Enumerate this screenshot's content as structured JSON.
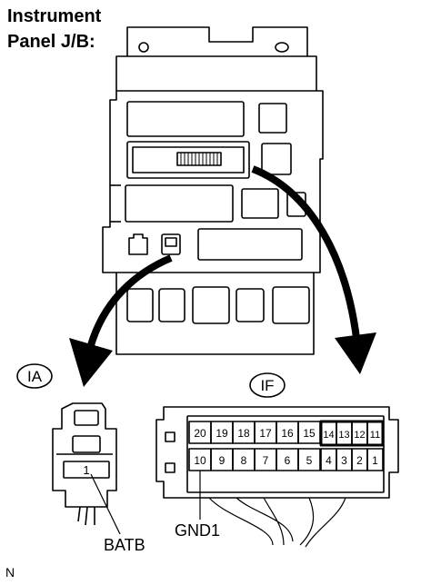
{
  "title": {
    "line1": "Instrument",
    "line2": "Panel J/B:"
  },
  "connectors": {
    "ia": {
      "tag": "IA",
      "pin": "1",
      "terminal": "BATB"
    },
    "if": {
      "tag": "IF",
      "terminal": "GND1",
      "top_row": [
        "20",
        "19",
        "18",
        "17",
        "16",
        "15",
        "14",
        "13",
        "12",
        "11"
      ],
      "bottom_row": [
        "10",
        "9",
        "8",
        "7",
        "6",
        "5",
        "4",
        "3",
        "2",
        "1"
      ]
    }
  },
  "corner_code": "N"
}
